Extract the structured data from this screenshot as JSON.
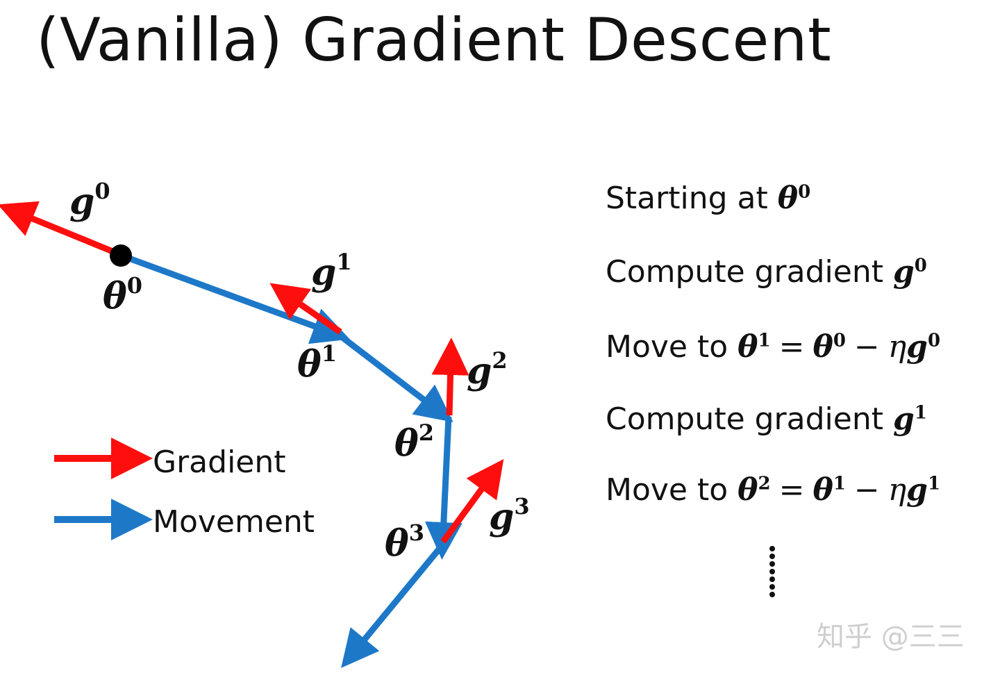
{
  "title": "(Vanilla) Gradient Descent",
  "colors": {
    "gradient": "#ff0e0e",
    "movement": "#1e78c8",
    "text": "#111111"
  },
  "diagram": {
    "labels": {
      "g0": {
        "base": "g",
        "sup": "0"
      },
      "g1": {
        "base": "g",
        "sup": "1"
      },
      "g2": {
        "base": "g",
        "sup": "2"
      },
      "g3": {
        "base": "g",
        "sup": "3"
      },
      "theta0": {
        "base": "θ",
        "sup": "0"
      },
      "theta1": {
        "base": "θ",
        "sup": "1"
      },
      "theta2": {
        "base": "θ",
        "sup": "2"
      },
      "theta3": {
        "base": "θ",
        "sup": "3"
      }
    }
  },
  "legend": {
    "gradient_label": "Gradient",
    "movement_label": "Movement"
  },
  "steps": {
    "s1": {
      "text": "Starting at ",
      "sym": "θ",
      "sup": "0"
    },
    "s2": {
      "text": "Compute gradient ",
      "sym": "g",
      "sup": "0"
    },
    "s3": {
      "text": "Move to ",
      "a": "θ",
      "a_sup": "1",
      "eq": "=",
      "b": "θ",
      "b_sup": "0",
      "minus": "−",
      "eta": "η",
      "c": "g",
      "c_sup": "0"
    },
    "s4": {
      "text": "Compute gradient ",
      "sym": "g",
      "sup": "1"
    },
    "s5": {
      "text": "Move to ",
      "a": "θ",
      "a_sup": "2",
      "eq": "=",
      "b": "θ",
      "b_sup": "1",
      "minus": "−",
      "eta": "η",
      "c": "g",
      "c_sup": "1"
    }
  },
  "watermark": "知乎 @三三"
}
